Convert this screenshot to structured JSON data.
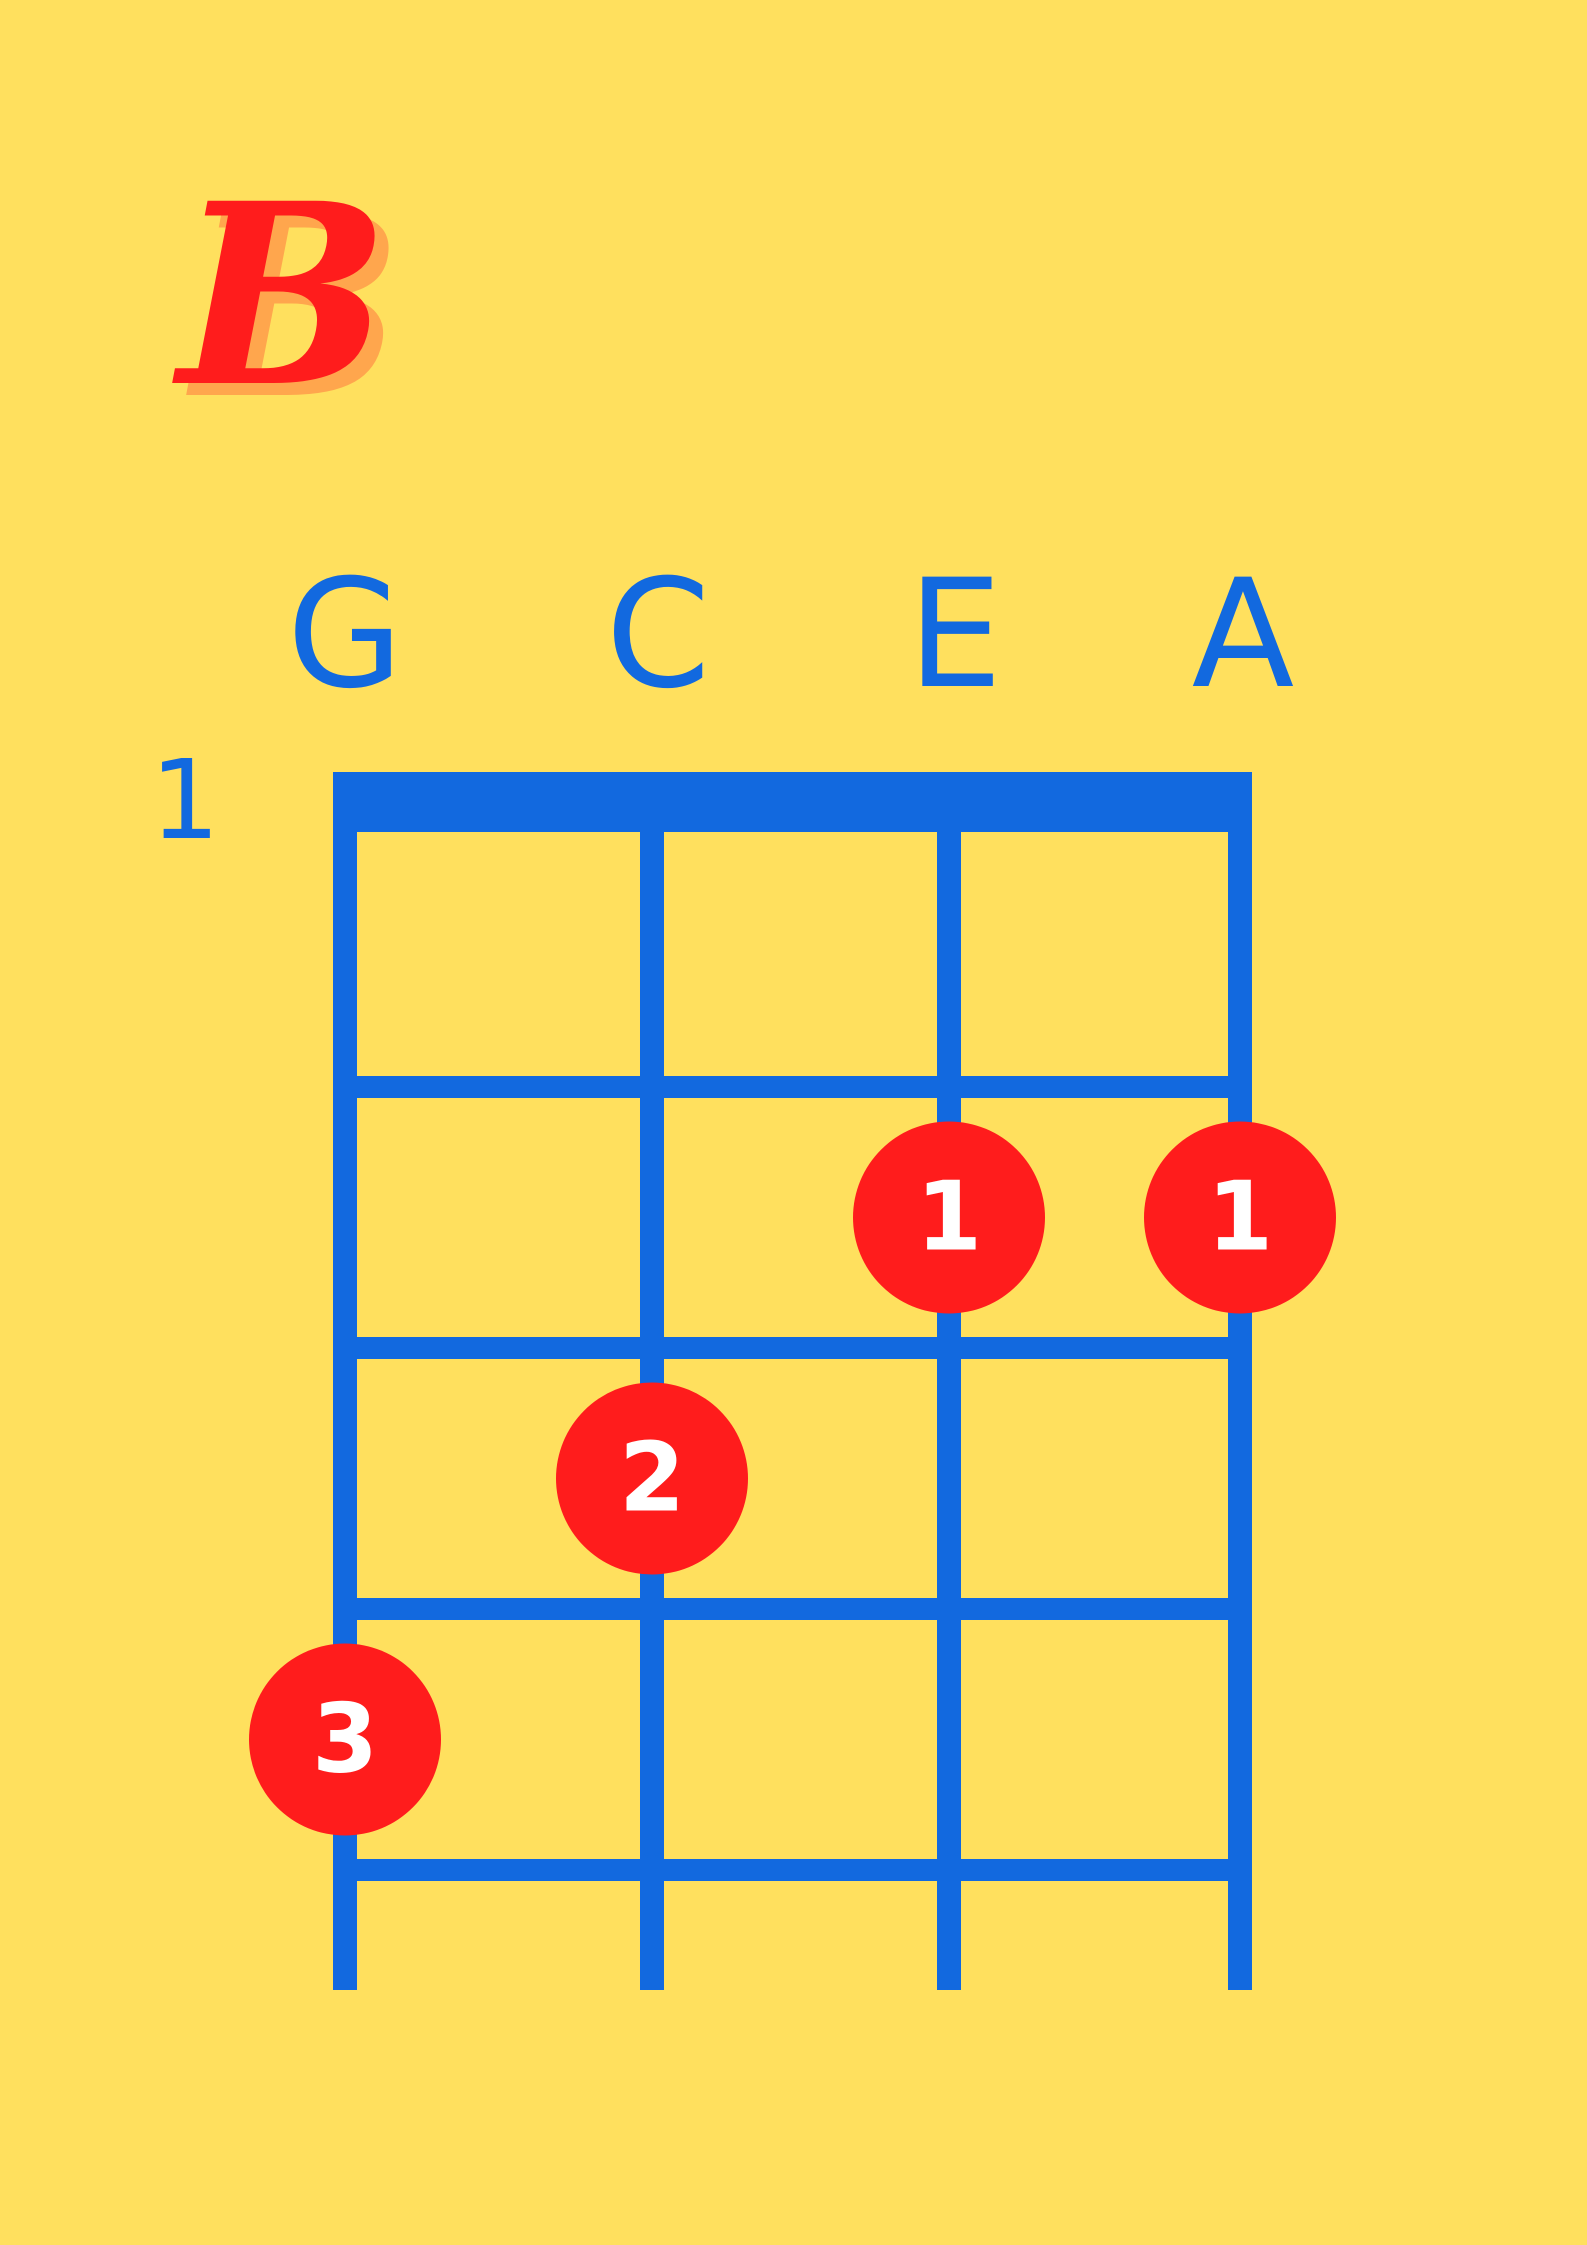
{
  "chord": {
    "name": "B"
  },
  "colors": {
    "background": "#FFE05E",
    "grid": "#1269DF",
    "dot": "#FF1C1C",
    "dot_text": "#FFFFFF",
    "title_shadow": "#FFA64D"
  },
  "strings": [
    {
      "name": "G"
    },
    {
      "name": "C"
    },
    {
      "name": "E"
    },
    {
      "name": "A"
    }
  ],
  "start_fret": "1",
  "fret_count": 4,
  "fingers": [
    {
      "string": 3,
      "fret": 2,
      "label": "1"
    },
    {
      "string": 4,
      "fret": 2,
      "label": "1"
    },
    {
      "string": 2,
      "fret": 3,
      "label": "2"
    },
    {
      "string": 1,
      "fret": 4,
      "label": "3"
    }
  ]
}
